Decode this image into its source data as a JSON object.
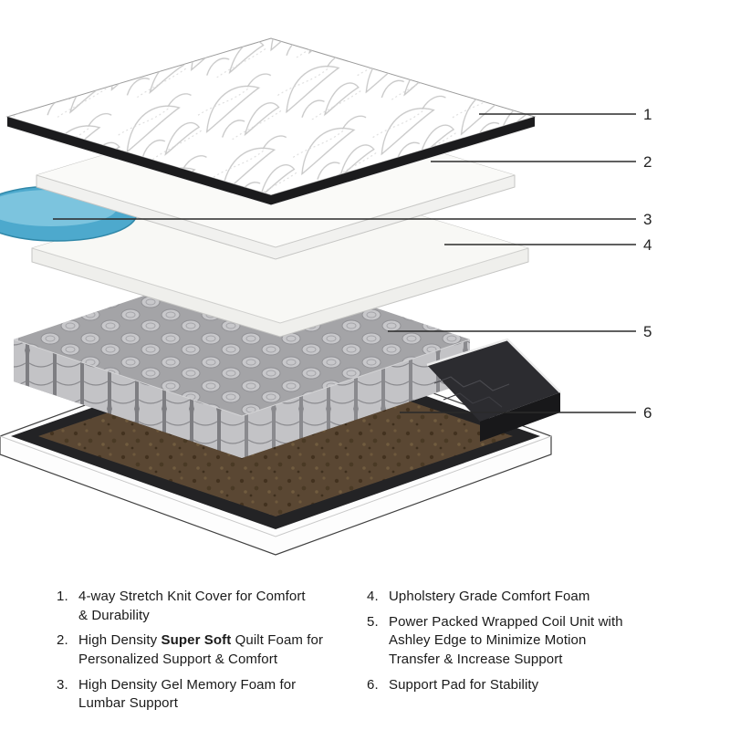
{
  "figure": {
    "callouts": [
      "1",
      "2",
      "3",
      "4",
      "5",
      "6"
    ]
  },
  "colors": {
    "cover_white": "#ffffff",
    "pattern_gray": "#c7c7c7",
    "band_black": "#1b1b1d",
    "foam_top": "#f8f8f5",
    "foam_side": "#efefec",
    "gel_blue": "#4da9cd",
    "gel_blue_light": "#7cc4de",
    "coil_top_bg": "#a4a4a7",
    "coil_side_bg": "#7e7e82",
    "pad_brown": "#5a4733",
    "base_black": "#232325",
    "wedge_black": "#2c2c30",
    "line_dark": "#2a2a2a"
  },
  "legend": {
    "items_left": [
      {
        "num": "1.",
        "text": "4-way Stretch Knit Cover for Comfort\n& Durability"
      },
      {
        "num": "2.",
        "pre": "High Density ",
        "bold": "Super Soft",
        "post": " Quilt Foam for\nPersonalized Support & Comfort"
      },
      {
        "num": "3.",
        "text": "High Density Gel Memory Foam for\nLumbar Support"
      }
    ],
    "items_right": [
      {
        "num": "4.",
        "text": "Upholstery Grade Comfort Foam"
      },
      {
        "num": "5.",
        "text": "Power Packed Wrapped Coil Unit with\nAshley Edge to Minimize Motion\nTransfer & Increase Support"
      },
      {
        "num": "6.",
        "text": "Support Pad for Stability"
      }
    ]
  }
}
